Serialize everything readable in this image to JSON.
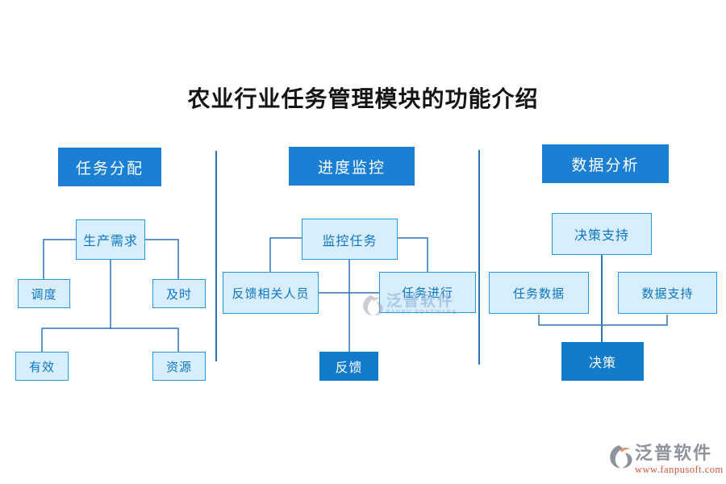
{
  "title": "农业行业任务管理模块的功能介绍",
  "sections": [
    {
      "header": "任务分配",
      "nodes": {
        "root": "生产需求",
        "left": "调度",
        "right": "及时",
        "bottom_left": "有效",
        "bottom_right": "资源"
      }
    },
    {
      "header": "进度监控",
      "nodes": {
        "root": "监控任务",
        "left": "反馈相关人员",
        "right": "任务进行",
        "bottom": "反馈"
      }
    },
    {
      "header": "数据分析",
      "nodes": {
        "root": "决策支持",
        "left": "任务数据",
        "right": "数据支持",
        "bottom": "决策"
      }
    }
  ],
  "watermark": {
    "name": "泛普软件",
    "subtitle": "FANPU SOFTWARE"
  },
  "logo": {
    "name": "泛普软件",
    "url": "www.fanpusoft.com"
  },
  "colors": {
    "header_bg": "#1b7fd4",
    "node_fill": "#d9eefc",
    "node_border": "#2499dd",
    "node_text": "#0b76c4",
    "solid_node_bg": "#127bca",
    "connector": "#2e74b5",
    "title_text": "#151515"
  }
}
